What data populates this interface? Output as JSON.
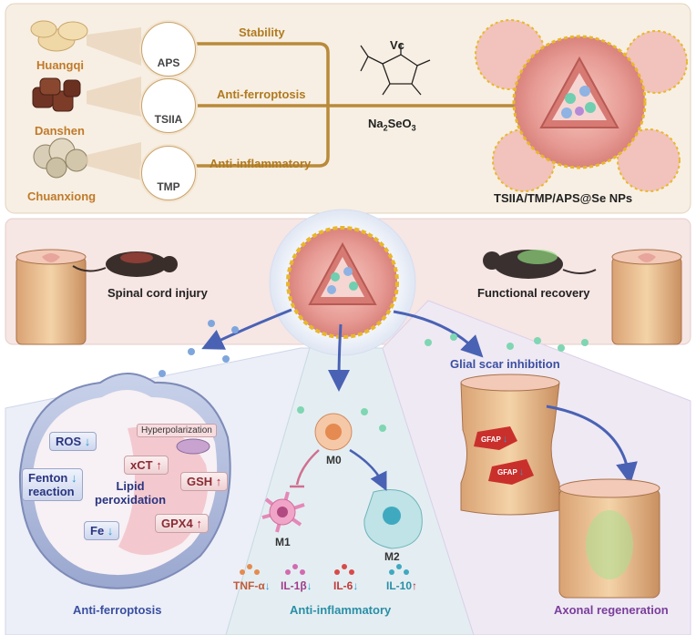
{
  "top": {
    "herbs": [
      "Huangqi",
      "Danshen",
      "Chuanxiong"
    ],
    "components": [
      "APS",
      "TSIIA",
      "TMP"
    ],
    "effects": [
      "Stability",
      "Anti-ferroptosis",
      "Anti-inflammatory"
    ],
    "reagent_vc": "Vc",
    "reagent_na": "Na",
    "reagent_na_sub": "2",
    "reagent_seo": "SeO",
    "reagent_seo_sub": "3",
    "product": "TSIIA/TMP/APS@Se NPs"
  },
  "middle": {
    "injury_label": "Spinal cord injury",
    "recovery_label": "Functional recovery"
  },
  "ferroptosis": {
    "title": "Anti-ferroptosis",
    "ros": "ROS",
    "fenton_1": "Fenton",
    "fenton_2": "reaction",
    "fe": "Fe",
    "hyperpolarization": "Hyperpolarization",
    "xct": "xCT",
    "gsh": "GSH",
    "gpx4": "GPX4",
    "lipid_1": "Lipid",
    "lipid_2": "peroxidation",
    "down": "↓",
    "up": "↑"
  },
  "inflammation": {
    "title": "Anti-inflammatory",
    "m0": "M0",
    "m1": "M1",
    "m2": "M2",
    "tnf": "TNF-α",
    "il1b": "IL-1β",
    "il6": "IL-6",
    "il10": "IL-10"
  },
  "regeneration": {
    "glial": "Glial scar inhibition",
    "gfap": "GFAP",
    "title": "Axonal regeneration"
  },
  "colors": {
    "top_bg": "#f7efe3",
    "mid_bg": "#f6e6e4",
    "ferro_bg": "#eceff7",
    "inflam_bg": "#e4eef2",
    "regen_bg": "#efe9f4",
    "flow_brown": "#b98a3a",
    "blue_arrow": "#4a62b4",
    "shell_yellow": "#e8b82a",
    "np_core": "#e9a09a"
  }
}
